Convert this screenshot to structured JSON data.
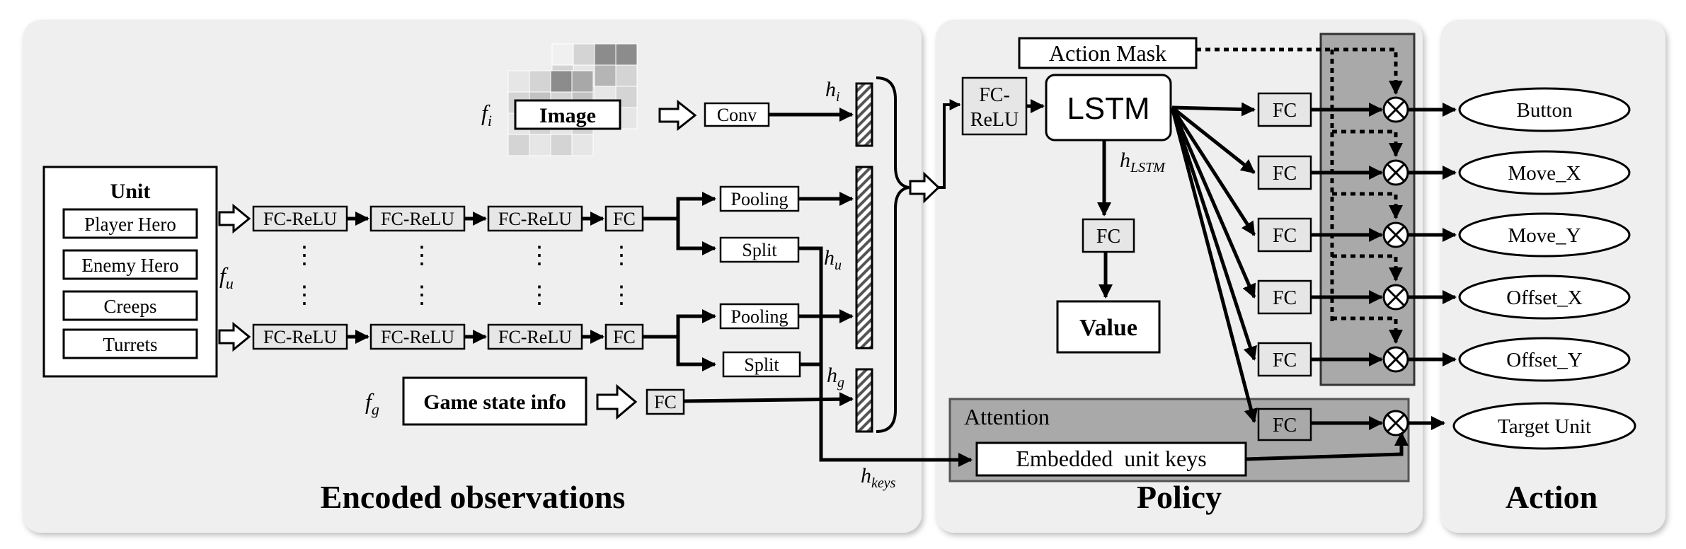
{
  "panels": {
    "encoded": {
      "title": "Encoded observations"
    },
    "policy": {
      "title": "Policy"
    },
    "action": {
      "title": "Action"
    }
  },
  "encoded": {
    "feature_image": "f",
    "feature_image_sub": "i",
    "feature_unit": "f",
    "feature_unit_sub": "u",
    "feature_game": "f",
    "feature_game_sub": "g",
    "image_label": "Image",
    "conv_label": "Conv",
    "unit_title": "Unit",
    "unit_items": [
      "Player Hero",
      "Enemy Hero",
      "Creeps",
      "Turrets"
    ],
    "fc_relu_label": "FC-ReLU",
    "fc_label": "FC",
    "pooling_label": "Pooling",
    "split_label": "Split",
    "game_state_label": "Game state info",
    "dots": "⋮",
    "h_i": "h",
    "h_i_sub": "i",
    "h_u": "h",
    "h_u_sub": "u",
    "h_g": "h",
    "h_g_sub": "g",
    "h_keys": "h",
    "h_keys_sub": "keys"
  },
  "policy": {
    "action_mask_label": "Action Mask",
    "fc_relu_line1": "FC-",
    "fc_relu_line2": "ReLU",
    "lstm_label": "LSTM",
    "h_lstm": "h",
    "h_lstm_sub": "LSTM",
    "fc_label": "FC",
    "value_label": "Value",
    "attention_label": "Attention",
    "embedded_keys_label": "Embedded  unit keys",
    "mult_symbol": "⊗"
  },
  "action": {
    "outputs": [
      "Button",
      "Move_X",
      "Move_Y",
      "Offset_X",
      "Offset_Y",
      "Target Unit"
    ]
  },
  "colors": {
    "panel_bg": "#efefef",
    "gray_box": "#a9a9a9",
    "fc_box": "#e6e6e6",
    "stroke": "#000000"
  }
}
